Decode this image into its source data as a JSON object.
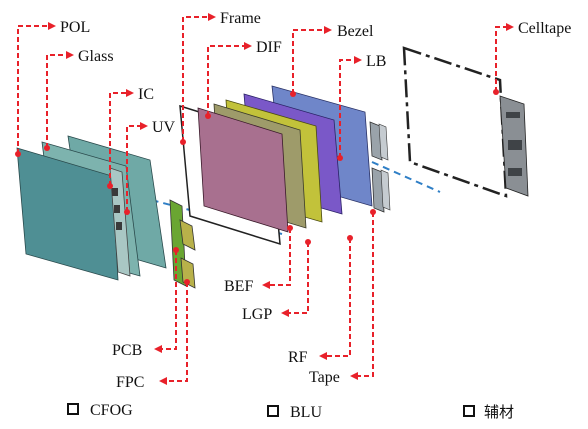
{
  "labels": {
    "pol": "POL",
    "glass": "Glass",
    "ic": "IC",
    "uv": "UV",
    "frame": "Frame",
    "dif": "DIF",
    "bezel": "Bezel",
    "lb": "LB",
    "celltape": "Celltape",
    "bef": "BEF",
    "lgp": "LGP",
    "pcb": "PCB",
    "fpc": "FPC",
    "rf": "RF",
    "tape": "Tape"
  },
  "legend": [
    {
      "label": "CFOG"
    },
    {
      "label": "BLU"
    },
    {
      "label": "辅材"
    }
  ],
  "colors": {
    "leader": "#e8212a",
    "axis": "#2f7fc6",
    "pol": "#4f8f94",
    "glass": "#6fa9a6",
    "dif": "#a8708f",
    "bef": "#9e9b6a",
    "lgp": "#c2c23a",
    "bezel_purple": "#7a58c8",
    "bezel": "#6f86c9",
    "fpc": "#6aa632",
    "pcb": "#b8b14a"
  }
}
